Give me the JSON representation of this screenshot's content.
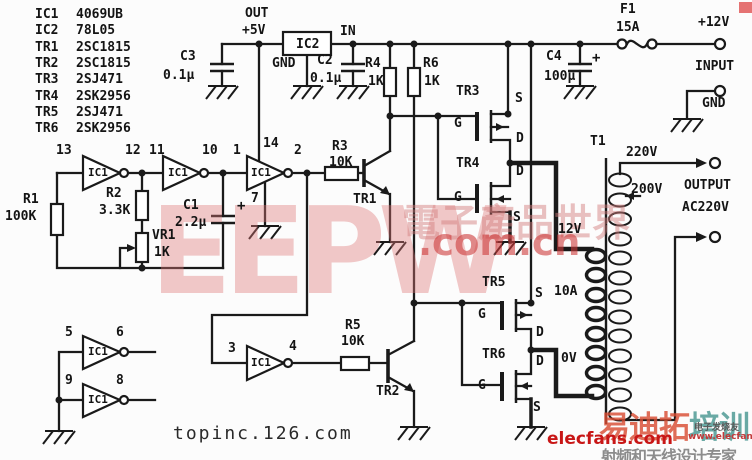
{
  "parts_list": [
    [
      "IC1",
      "4069UB"
    ],
    [
      "IC2",
      "78L05"
    ],
    [
      "TR1",
      "2SC1815"
    ],
    [
      "TR2",
      "2SC1815"
    ],
    [
      "TR3",
      "2SJ471"
    ],
    [
      "TR4",
      "2SK2956"
    ],
    [
      "TR5",
      "2SJ471"
    ],
    [
      "TR6",
      "2SK2956"
    ]
  ],
  "labels": {
    "out": "OUT",
    "p5v": "+5V",
    "ic2": "IC2",
    "gnd": "GND",
    "in": "IN",
    "c3": "C3",
    "c3v": "0.1μ",
    "c2": "C2",
    "c2v": "0.1μ",
    "c4": "C4",
    "c4v": "100μ",
    "plus": "+",
    "r4": "R4",
    "r4v": "1K",
    "r6": "R6",
    "r6v": "1K",
    "f1": "F1",
    "f1v": "15A",
    "p12v": "+12V",
    "input": "INPUT",
    "ic1": "IC1",
    "r1": "R1",
    "r1v": "100K",
    "r2": "R2",
    "r2v": "3.3K",
    "vr1": "VR1",
    "vr1v": "1K",
    "c1": "C1",
    "c1v": "2.2μ",
    "r3": "R3",
    "r3v": "10K",
    "r5": "R5",
    "r5v": "10K",
    "tr1": "TR1",
    "tr2": "TR2",
    "tr3": "TR3",
    "tr4": "TR4",
    "tr5": "TR5",
    "tr6": "TR6",
    "g": "G",
    "s": "S",
    "d": "D",
    "t1": "T1",
    "v220": "220V",
    "v200": "200V",
    "v12": "12V",
    "a10": "10A",
    "v0": "0V",
    "output": "OUTPUT",
    "ac220": "AC220V"
  },
  "pins": {
    "p1": "1",
    "p2": "2",
    "p3": "3",
    "p4": "4",
    "p5": "5",
    "p6": "6",
    "p7": "7",
    "p8": "8",
    "p9": "9",
    "p10": "10",
    "p11": "11",
    "p12": "12",
    "p13": "13",
    "p14": "14"
  },
  "watermarks": {
    "eepw": "EEPW",
    "eepw_cn": "電子產品世界",
    "eepw_domain": ".com.cn",
    "site": "topinc.126.com",
    "elecfans": "elecfans.com",
    "elecfans_brand": "电子发烧友",
    "elecfans_url": "www.elecfans.com",
    "training": "易迪拓",
    "training2": "培训",
    "training_slogan": "射频和天线设计专家"
  },
  "colors": {
    "wire": "#1a1a1a",
    "watermark_pink": "#de7878",
    "watermark_red": "#cd3a3a",
    "elecfans_red": "#c81616",
    "training_red": "#d84d33",
    "training_teal": "#4f9a94",
    "slogan_gray": "#808080"
  }
}
